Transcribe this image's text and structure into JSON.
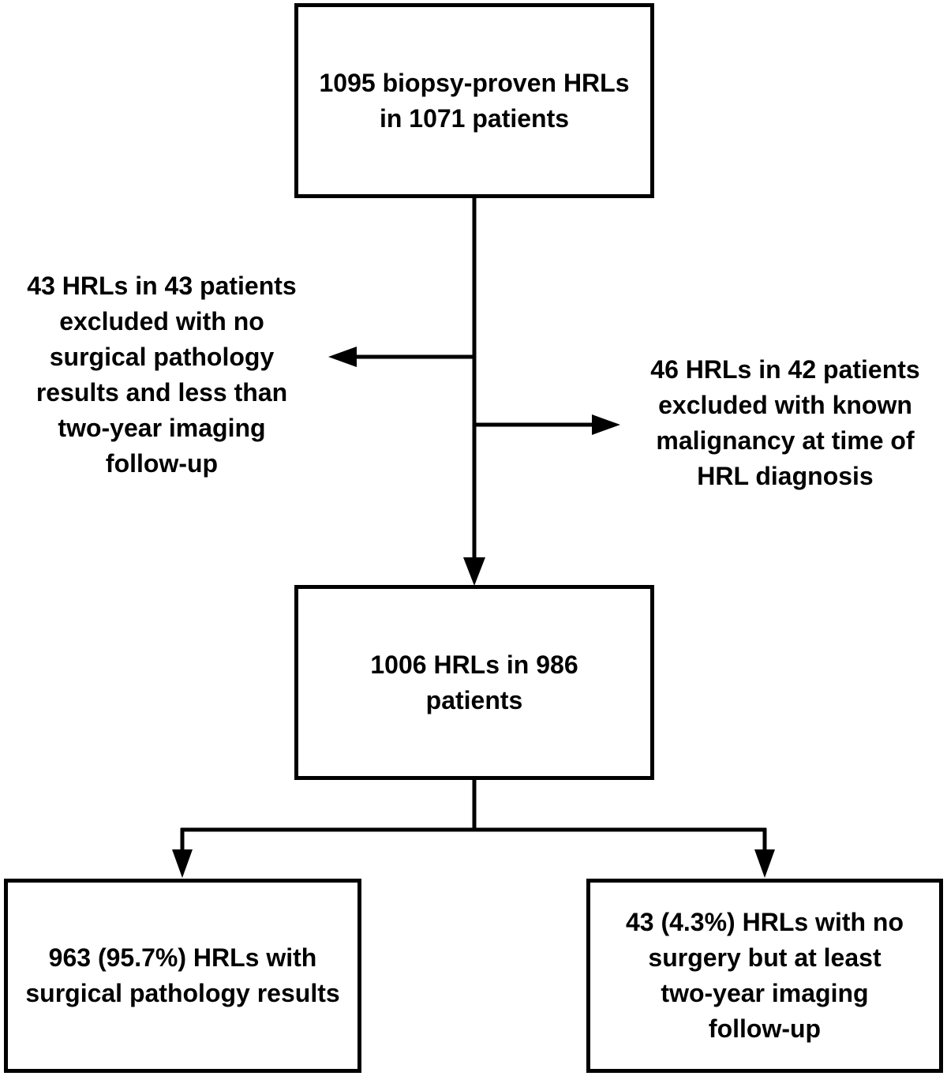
{
  "figure": {
    "type": "flowchart",
    "colors": {
      "background": "#ffffff",
      "line": "#000000",
      "text": "#000000"
    },
    "nodes": {
      "top": {
        "lines": [
          "1095 biopsy-proven HRLs",
          "in 1071 patients"
        ]
      },
      "excluded_left": {
        "lines": [
          "43 HRLs in 43 patients",
          "excluded with no",
          "surgical pathology",
          "results and less than",
          "two-year imaging",
          "follow-up"
        ]
      },
      "excluded_right": {
        "lines": [
          "46 HRLs in 42 patients",
          "excluded with known",
          "malignancy at time of",
          "HRL diagnosis"
        ]
      },
      "middle": {
        "lines": [
          "1006 HRLs in 986",
          "patients"
        ]
      },
      "bottom_left": {
        "lines": [
          "963 (95.7%) HRLs with",
          "surgical pathology results"
        ]
      },
      "bottom_right": {
        "lines": [
          "43 (4.3%) HRLs with no",
          "surgery but at least",
          "two-year imaging",
          "follow-up"
        ]
      }
    }
  }
}
